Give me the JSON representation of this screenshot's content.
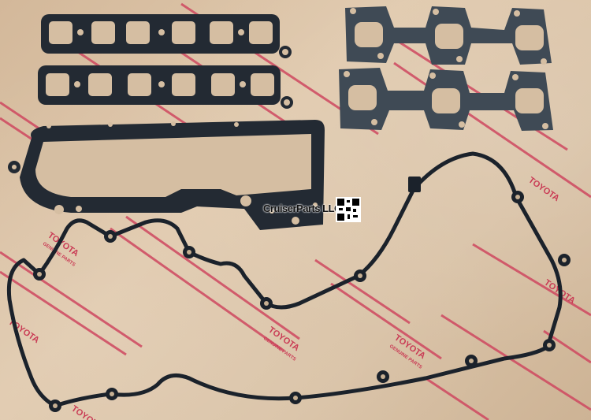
{
  "image": {
    "subject": "Toyota genuine gasket set laid out on Toyota Genuine Parts packaging paper",
    "background_print": {
      "brand_text": "TOYOTA",
      "sub_text": "GENUINE PARTS",
      "stripe_color": "#cf4860",
      "paper_color": "#d8c1a6"
    },
    "items": [
      {
        "name": "intake-manifold-gasket",
        "count": 2,
        "color": "#232a33"
      },
      {
        "name": "exhaust-manifold-gasket",
        "count": 2,
        "color": "#3f4a55"
      },
      {
        "name": "timing-cover-gasket",
        "count": 1,
        "color": "#232a33"
      },
      {
        "name": "valve-cover-gasket",
        "count": 1,
        "color": "#1b222b"
      }
    ]
  },
  "watermark": {
    "text": "CruiserParts LLC",
    "has_qr_code": true
  }
}
